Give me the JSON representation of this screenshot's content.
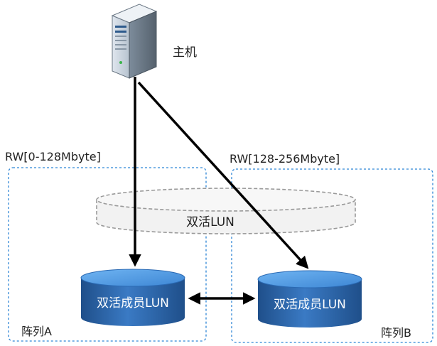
{
  "host": {
    "label": "主机",
    "icon": "server-tower-icon"
  },
  "array_a": {
    "range_label": "RW[0-128Mbyte]",
    "name": "阵列A",
    "member_lun": "双活成员LUN"
  },
  "array_b": {
    "range_label": "RW[128-256Mbyte]",
    "name": "阵列B",
    "member_lun": "双活成员LUN"
  },
  "virtual_lun": {
    "label": "双活LUN"
  },
  "colors": {
    "array_border": "#2e86d6",
    "lun_dark": "#1f4f8a",
    "lun_light": "#5aa6ec",
    "virtual_border": "#9a9a9a",
    "virtual_fill": "#f2f2f2",
    "arrow": "#000000"
  }
}
